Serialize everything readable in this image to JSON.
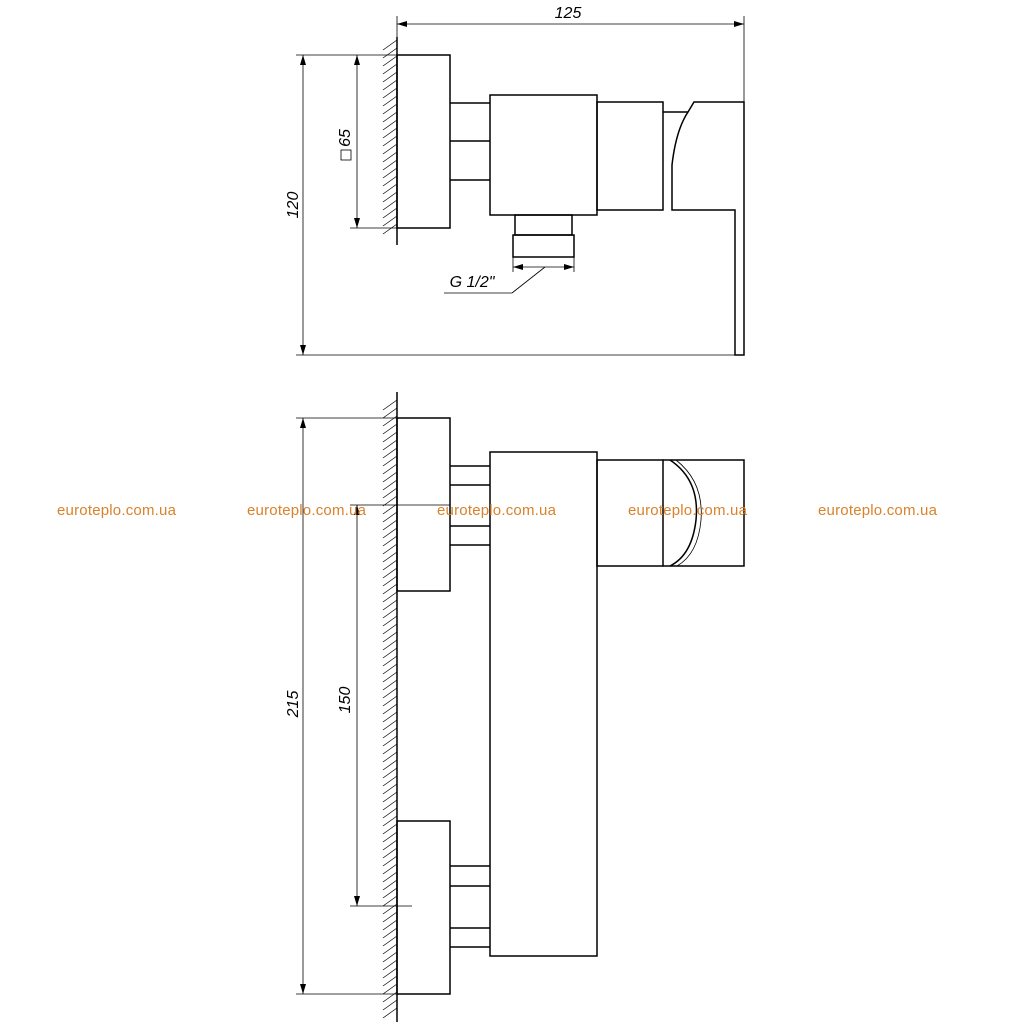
{
  "dimensions": {
    "top_width": "125",
    "top_height": "120",
    "flange_square": "65",
    "thread": "G 1/2\"",
    "bottom_height": "215",
    "bottom_spacing": "150"
  },
  "watermark": {
    "text": "euroteplo.com.ua",
    "color": "#d9822b"
  }
}
